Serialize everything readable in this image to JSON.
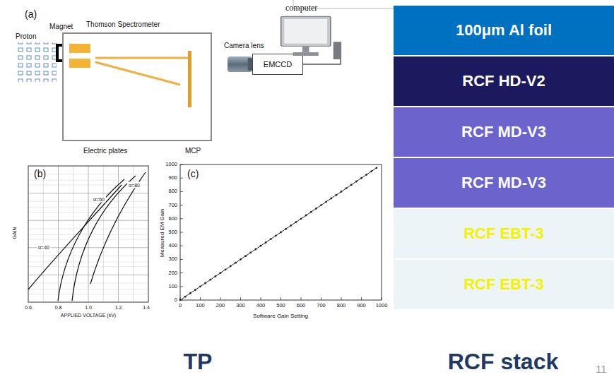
{
  "diagram": {
    "nodes": [
      {
        "text": [
          "Thomson Spectrometer"
        ]
      },
      {
        "text": [
          "Magnet"
        ],
        "in": 0
      },
      {
        "text": [
          "Camera lens"
        ]
      },
      {
        "text": [
          "EMCCD"
        ]
      },
      {
        "text": [
          "computer"
        ]
      },
      {
        "text": [
          "100μm Al foil"
        ]
      },
      {
        "text": [
          "RCF HD-V2"
        ]
      },
      {
        "text": [
          "RCF MD-V3"
        ]
      },
      {
        "text": [
          "RCF MD-V3"
        ]
      },
      {
        "text": [
          "RCF EBT-3"
        ]
      },
      {
        "text": [
          "RCF EBT-3"
        ]
      }
    ],
    "edges": [
      {
        "from": 3,
        "to": 4,
        "arrow": "none"
      }
    ],
    "labels": [
      "(a)",
      "Proton",
      "Electric plates",
      "MCP",
      "(b)",
      "GAIN",
      "APPLIED VOLTAGE (kV)",
      "0.6",
      "0.8",
      "1.0",
      "1.2",
      "1.4",
      "α=40",
      "α=60",
      "α=80",
      "(c)",
      "Measured EM Gain",
      "Software Gain Setting",
      "0",
      "100",
      "200",
      "300",
      "400",
      "500",
      "600",
      "700",
      "800",
      "900",
      "1000",
      "0",
      "100",
      "200",
      "300",
      "400",
      "500",
      "600",
      "700",
      "800",
      "900",
      "1000",
      "TP",
      "RCF stack",
      "11"
    ]
  }
}
